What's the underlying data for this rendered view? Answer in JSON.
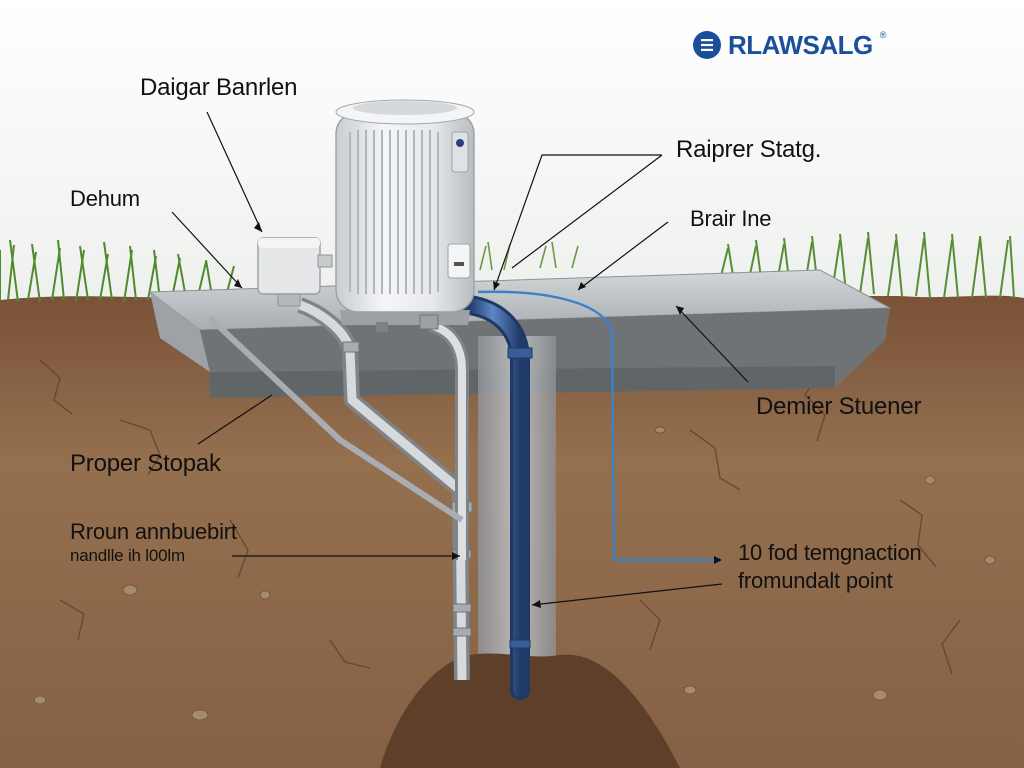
{
  "brand": {
    "name": "RLAWSALG",
    "registered_mark": "®",
    "color": "#1a4f9c",
    "icon": "building-logo-icon"
  },
  "labels": {
    "daigar_banrlen": "Daigar Banrlen",
    "dehum": "Dehum",
    "raiprer_statg": "Raiprer Statg.",
    "brair_ine": "Brair Ine",
    "demier_stuener": "Demier Stuener",
    "proper_stopak": "Proper Stopak",
    "rroun_line1": "Rroun annbuebirt",
    "rroun_line2": "nandlle ih l00lm",
    "temp_line1": "10 fod temgnaction",
    "temp_line2": "fromundalt point"
  },
  "colors": {
    "soil": "#8b6446",
    "soil_dark": "#5e3f2a",
    "grass": "#5f8f3a",
    "slab": "#b9bcbf",
    "unit": "#eceeef",
    "pipe_silver": "#bfc3c7",
    "pipe_blue": "#3a5d9a",
    "wire_blue": "#3b82c9"
  }
}
